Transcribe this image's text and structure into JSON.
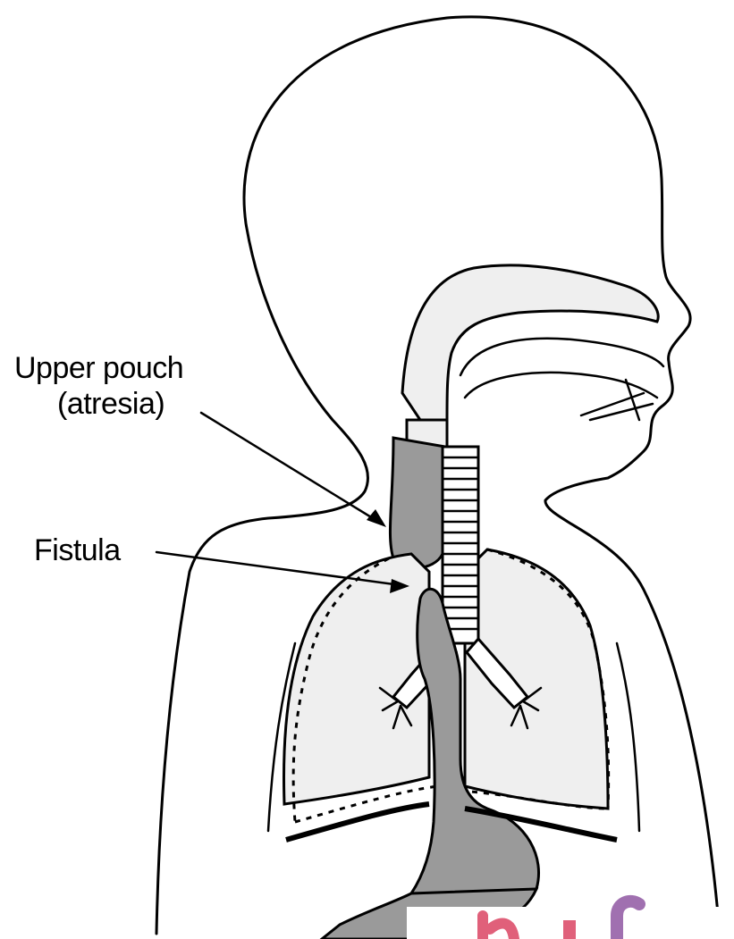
{
  "labels": {
    "upper_pouch_line1": "Upper pouch",
    "upper_pouch_line2": "(atresia)",
    "fistula": "Fistula"
  },
  "colors": {
    "outline": "#000000",
    "tissue_fill": "#9a9a9a",
    "airway_fill": "#efefef",
    "background": "#ffffff",
    "watermark_pink": "#e0607a",
    "watermark_purple": "#a070b0"
  }
}
